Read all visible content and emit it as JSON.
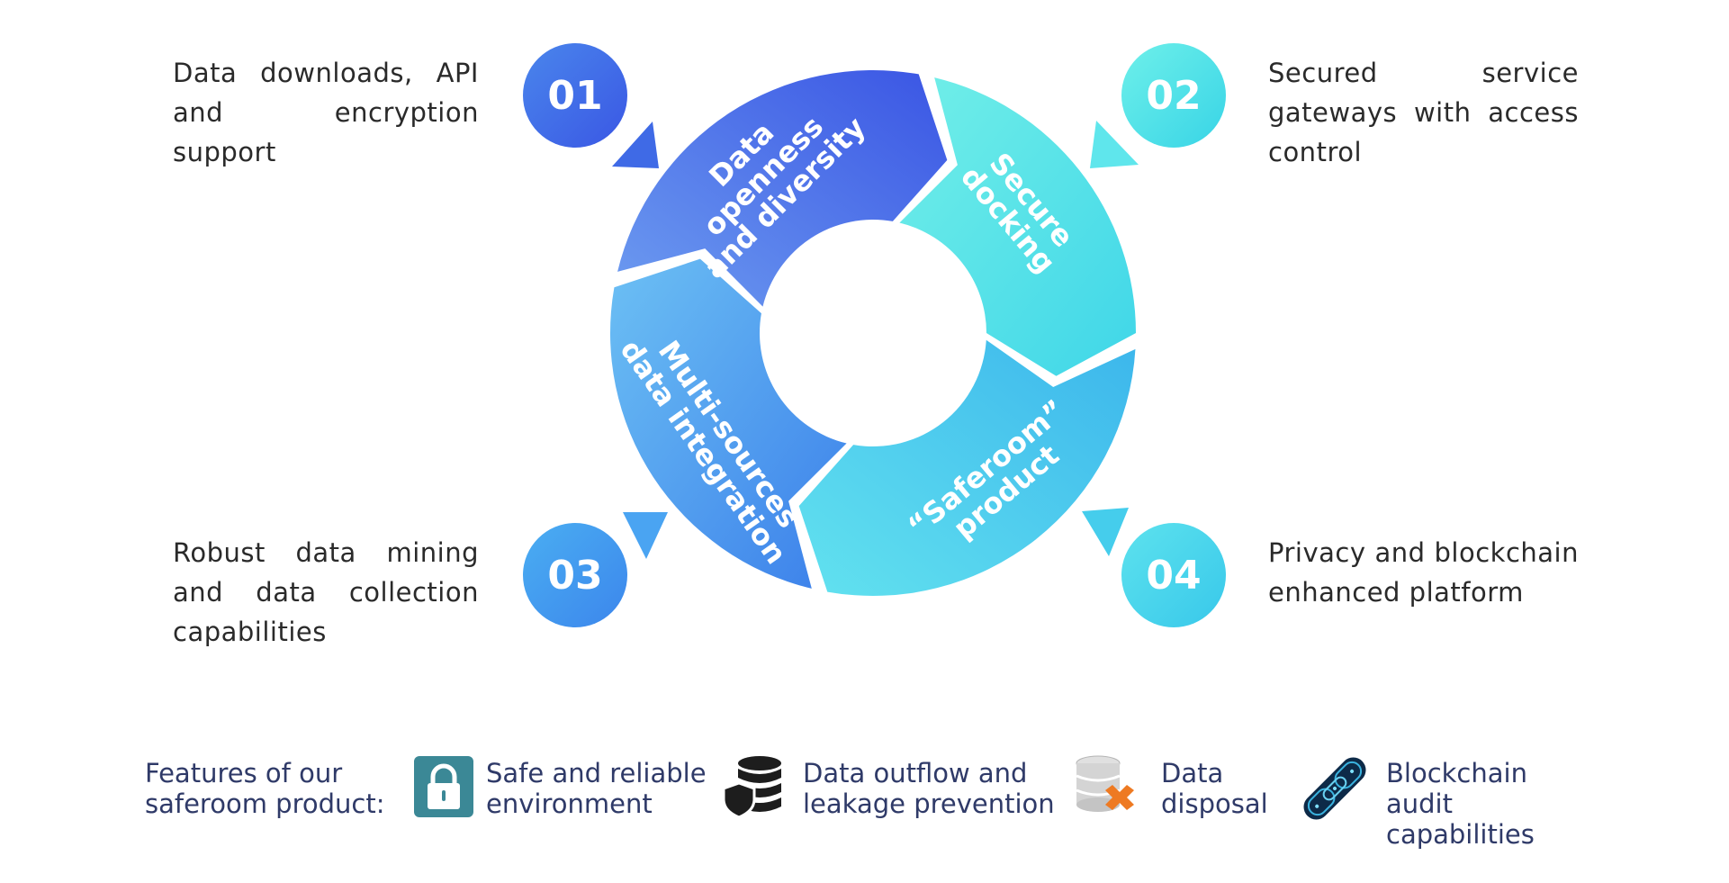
{
  "steps": [
    {
      "number": "01",
      "title": [
        "Data",
        "openness",
        "and diversity"
      ],
      "description": "Data downloads, API and encryption support"
    },
    {
      "number": "02",
      "title": [
        "Secure",
        "docking"
      ],
      "description": "Secured service gateways with access control"
    },
    {
      "number": "03",
      "title": [
        "Multi-sources",
        "data integration"
      ],
      "description": "Robust data mining and data collection capabilities"
    },
    {
      "number": "04",
      "title": [
        "“Saferoom”",
        "product"
      ],
      "description": "Privacy and blockchain enhanced platform"
    }
  ],
  "features": {
    "heading": "Features of our saferoom product:",
    "items": [
      {
        "label": "Safe and reliable environment",
        "icon": "padlock-icon"
      },
      {
        "label": "Data outflow and leakage prevention",
        "icon": "database-shield-icon"
      },
      {
        "label": "Data disposal",
        "icon": "database-delete-icon"
      },
      {
        "label": "Blockchain audit capabilities",
        "icon": "blockchain-link-icon"
      }
    ]
  },
  "colors": {
    "step1": "#4a69e6",
    "step2": "#45dfe6",
    "step3": "#4f9ef0",
    "step4": "#47c8ec",
    "feature_text": "#2f3a68"
  }
}
